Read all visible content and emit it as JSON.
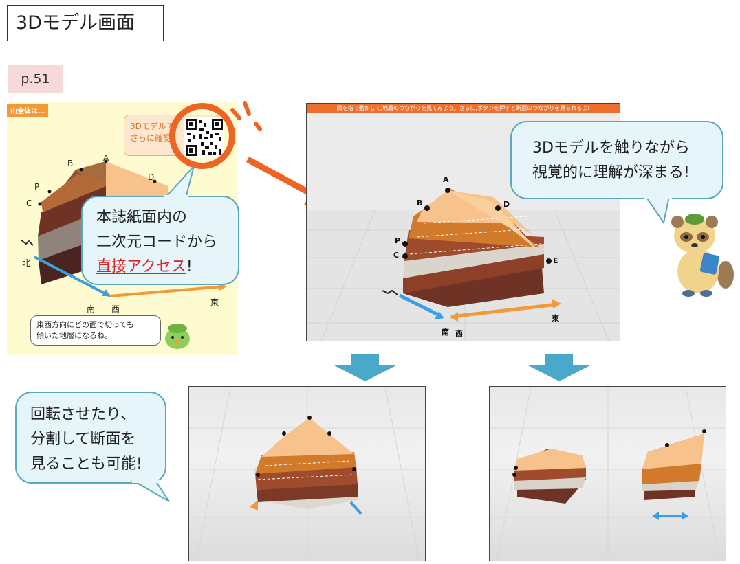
{
  "title": "3Dモデル画面",
  "page_ref": "p.51",
  "book": {
    "section_tag": "山全体は…",
    "qr_callout_line1": "3Dモデルで",
    "qr_callout_line2": "さらに確認",
    "point_labels": [
      "A",
      "B",
      "D",
      "P",
      "C"
    ],
    "dir_north": "北",
    "dir_south": "南",
    "dir_west": "西",
    "dir_east": "東",
    "bubble_line1": "東西方向にどの面で切っても",
    "bubble_line2": "傾いた地層になるね。"
  },
  "bubble_access": {
    "line1": "本誌紙面内の",
    "line2": "二次元コードから",
    "line3_highlight": "直接アクセス",
    "line3_end": "!"
  },
  "bubble_touch": {
    "line1": "3Dモデルを触りながら",
    "line2": "視覚的に理解が深まる!"
  },
  "bubble_rotate": {
    "line1": "回転させたり、",
    "line2": "分割して断面を",
    "line3": "見ることも可能!"
  },
  "main_screen": {
    "header": "図を指で動かして,地層のつながりを見てみよう。さらに,ボタンを押すと断面のつながりを見られるよ!",
    "labels": {
      "A": "A",
      "B": "B",
      "D": "D",
      "P": "P",
      "C": "C",
      "E": "E"
    },
    "dir_south": "南",
    "dir_west": "西",
    "dir_east": "東"
  },
  "colors": {
    "accent_orange": "#ee6425",
    "bubble_border": "#5aa7bf",
    "bubble_fill": "#e6f5f9",
    "arrow_teal": "#4aa8c8",
    "layer_light": "#f7c28c",
    "layer_mid": "#d27a2c",
    "layer_dark": "#8e4a2c",
    "layer_gray": "#d8d4cc",
    "layer_brown": "#6e3324"
  }
}
